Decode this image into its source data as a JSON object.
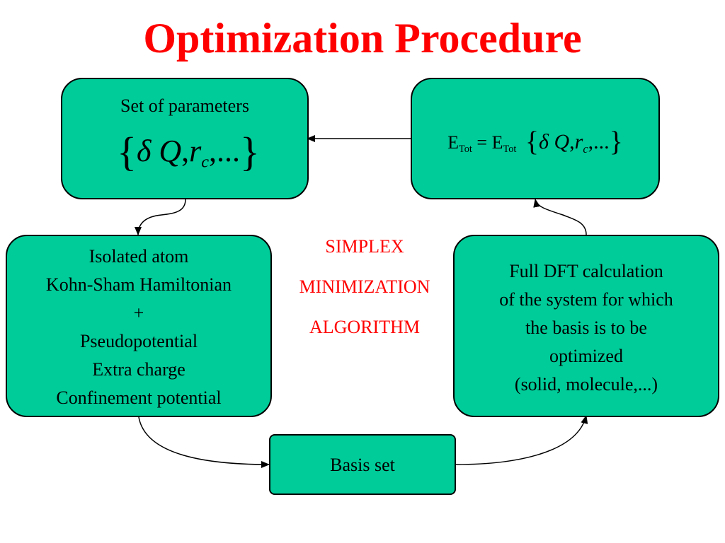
{
  "title": "Optimization Procedure",
  "colors": {
    "box_fill": "#00cc99",
    "title_color": "#ff0000",
    "algorithm_color": "#ff0000",
    "border": "#000000",
    "arrow": "#000000"
  },
  "set_of_parameters": {
    "label": "Set of parameters",
    "formula": {
      "open_brace": "{",
      "delta": "δ",
      "q": "Q",
      "comma1": ",",
      "r": "r",
      "r_sub": "c",
      "rest": ",...",
      "close_brace": "}"
    }
  },
  "total_energy": {
    "e1": "E",
    "e1_sub": "Tot",
    "equals": " = ",
    "e2": "E",
    "e2_sub": "Tot",
    "formula": {
      "open_brace": "{",
      "delta": "δ",
      "q": "Q",
      "comma1": ",",
      "r": "r",
      "r_sub": "c",
      "rest": ",...",
      "close_brace": "}"
    }
  },
  "isolated_atom": {
    "lines": [
      "Isolated atom",
      "Kohn-Sham Hamiltonian",
      "+",
      "Pseudopotential",
      "Extra charge",
      "Confinement potential"
    ]
  },
  "dft": {
    "lines": [
      "Full DFT calculation",
      "of the system for which",
      "the basis is to be",
      "optimized",
      "(solid, molecule,...)"
    ]
  },
  "basis_set": {
    "label": "Basis set"
  },
  "algorithm": {
    "lines": [
      "SIMPLEX",
      "MINIMIZATION",
      "ALGORITHM"
    ]
  }
}
